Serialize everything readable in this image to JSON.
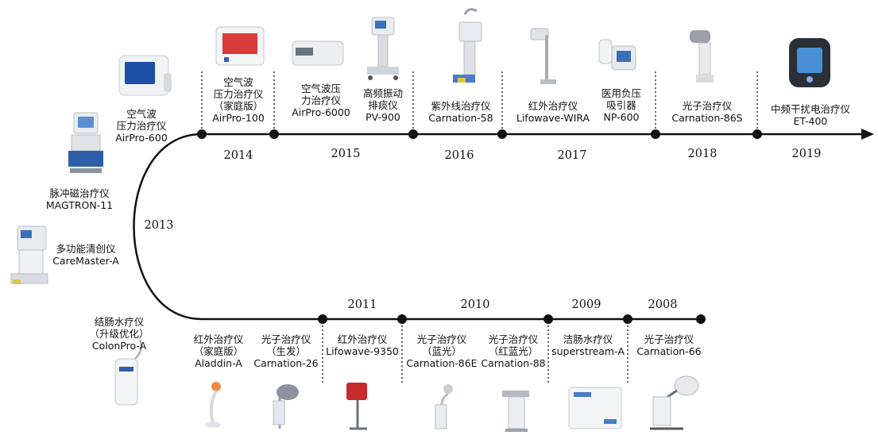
{
  "colors": {
    "line": "#111111",
    "dot": "#111111",
    "text": "#111111"
  },
  "years": {
    "y2008": "2008",
    "y2009": "2009",
    "y2010": "2010",
    "y2011": "2011",
    "y2013": "2013",
    "y2014": "2014",
    "y2015": "2015",
    "y2016": "2016",
    "y2017": "2017",
    "y2018": "2018",
    "y2019": "2019"
  },
  "products": {
    "airpro600": {
      "l1": "空气波",
      "l2": "压力治疗仪",
      "l3": "AirPro-600"
    },
    "magtron": {
      "l1": "脉冲磁治疗仪",
      "l2": "MAGTRON-11"
    },
    "caremaster": {
      "l1": "多功能清创仪",
      "l2": "CareMaster-A"
    },
    "colonpro": {
      "l1": "结肠水疗仪",
      "l2": "（升级优化）",
      "l3": "ColonPro-A"
    },
    "airpro100": {
      "l1": "空气波",
      "l2": "压力治疗仪",
      "l3": "（家庭版）",
      "l4": "AirPro-100"
    },
    "airpro6000": {
      "l1": "空气波压",
      "l2": "力治疗仪",
      "l3": "AirPro-6000"
    },
    "pv900": {
      "l1": "高频振动",
      "l2": "排痰仪",
      "l3": "PV-900"
    },
    "carnation58": {
      "l1": "紫外线治疗仪",
      "l2": "Carnation-58"
    },
    "wira": {
      "l1": "红外治疗仪",
      "l2": "Lifowave-WIRA"
    },
    "np600": {
      "l1": "医用负压",
      "l2": "吸引器",
      "l3": "NP-600"
    },
    "carnation86s": {
      "l1": "光子治疗仪",
      "l2": "Carnation-86S"
    },
    "et400": {
      "l1": "中频干扰电治疗仪",
      "l2": "ET-400"
    },
    "aladdin": {
      "l1": "红外治疗仪",
      "l2": "（家庭版）",
      "l3": "Aladdin-A"
    },
    "carnation26": {
      "l1": "光子治疗仪",
      "l2": "（生发）",
      "l3": "Carnation-26"
    },
    "lifowave9350": {
      "l1": "红外治疗仪",
      "l2": "Lifowave-9350"
    },
    "carnation86e": {
      "l1": "光子治疗仪",
      "l2": "（蓝光）",
      "l3": "Carnation-86E"
    },
    "carnation88": {
      "l1": "光子治疗仪",
      "l2": "（红蓝光）",
      "l3": "Carnation-88"
    },
    "superstream": {
      "l1": "洁肠水疗仪",
      "l2": "superstream-A"
    },
    "carnation66": {
      "l1": "光子治疗仪",
      "l2": "Carnation-66"
    }
  }
}
